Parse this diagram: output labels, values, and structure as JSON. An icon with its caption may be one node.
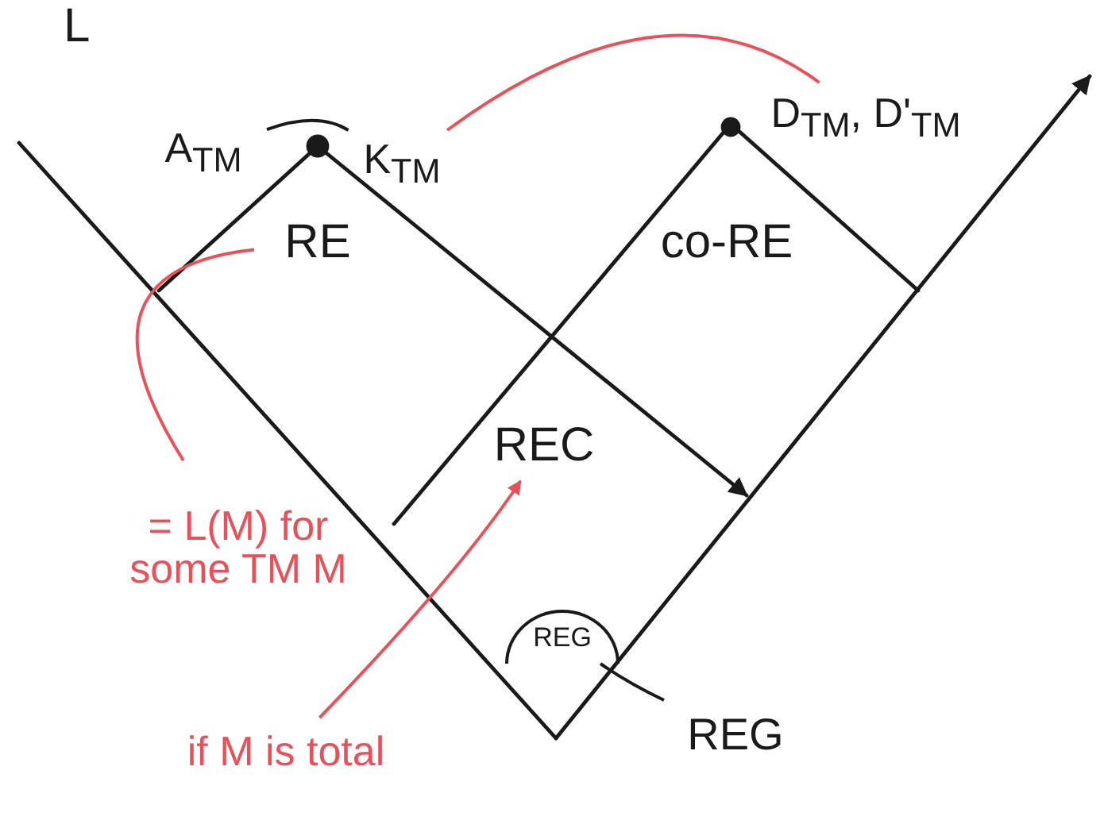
{
  "diagram": {
    "nodes": [
      {
        "text": [
          "RE"
        ]
      },
      {
        "text": [
          "co-RE"
        ]
      },
      {
        "text": [
          "REC"
        ]
      },
      {
        "text": [
          "REG"
        ]
      },
      {
        "text": [
          "REG"
        ]
      },
      {
        "text": [
          "A$_{TM}$"
        ]
      },
      {
        "text": [
          "K$_{TM}$"
        ]
      },
      {
        "text": [
          "D$_{TM}$, D'$_{TM}$"
        ]
      },
      {
        "text": [
          "= L(M) for some TM M"
        ]
      },
      {
        "text": [
          "if M is total"
        ]
      }
    ],
    "edges": [
      {
        "from": 5,
        "to": 6,
        "arrow": "none",
        "color": "#1a1a1a"
      },
      {
        "from": 6,
        "to": 7,
        "arrow": "none",
        "color": "#e8505a"
      },
      {
        "from": 8,
        "to": 0,
        "arrow": "none",
        "color": "#e8505a"
      },
      {
        "from": 9,
        "to": 2,
        "arrow": "to",
        "color": "#e8505a"
      },
      {
        "from": 4,
        "to": 3,
        "arrow": "none",
        "color": "#1a1a1a"
      }
    ],
    "labels": [
      "L"
    ]
  }
}
